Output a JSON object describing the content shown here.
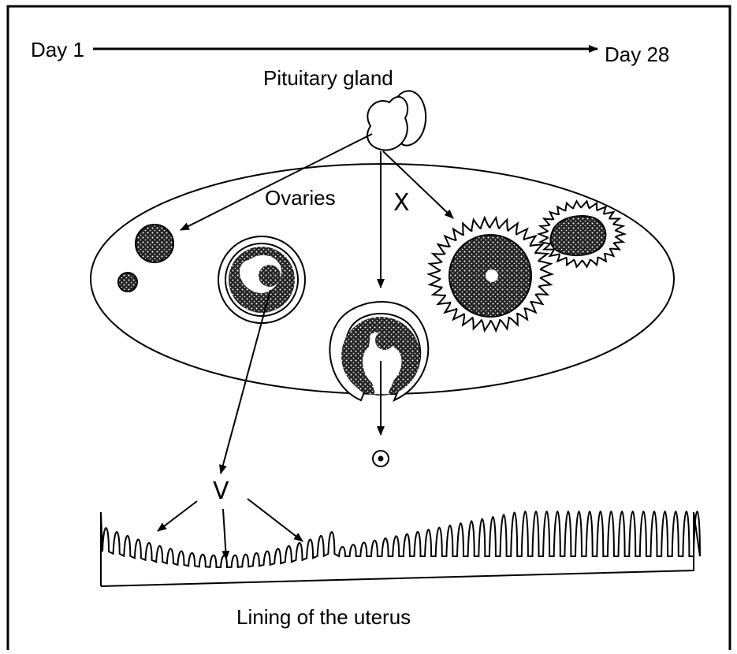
{
  "labels": {
    "day_start": "Day 1",
    "day_end": "Day 28",
    "pituitary": "Pituitary gland",
    "ovaries": "Ovaries",
    "x": "X",
    "v": "V",
    "uterus": "Lining of the uterus"
  },
  "colors": {
    "ink": "#000000",
    "paper": "#ffffff",
    "stipple": "#262626"
  }
}
